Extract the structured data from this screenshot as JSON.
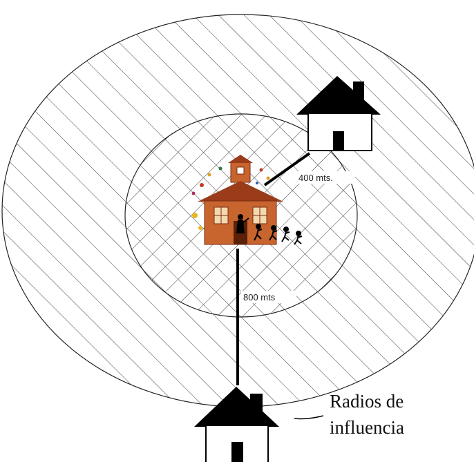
{
  "labels": {
    "radius_inner": "400 mts.",
    "radius_outer": "800 mts",
    "caption_line1": "Radios de",
    "caption_line2": "influencia"
  },
  "colors": {
    "hatch": "#3a3a3a",
    "house": "#000000",
    "school_brick": "#c8642e",
    "school_roof": "#9a3b1a"
  },
  "icons": {
    "school": "school-icon",
    "house": "house-icon"
  }
}
